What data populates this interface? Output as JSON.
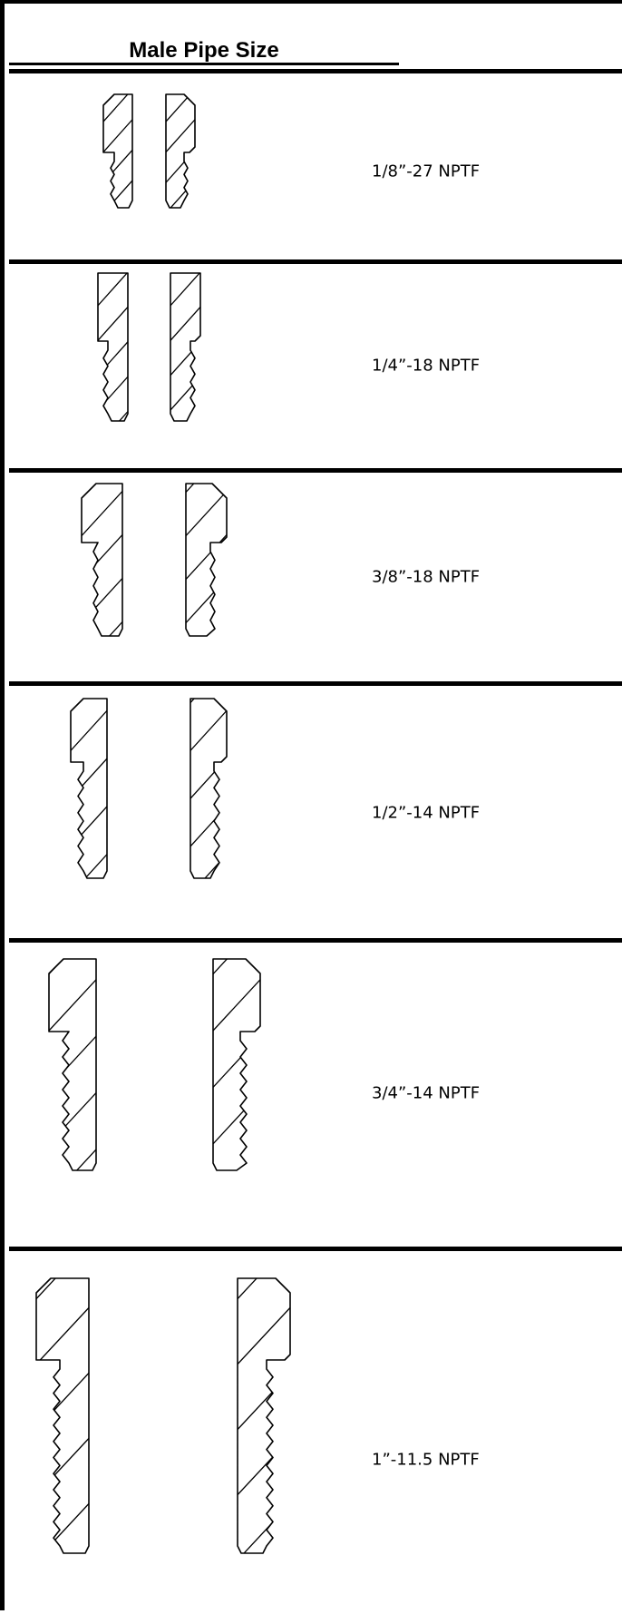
{
  "header": {
    "title": "Male Pipe Size"
  },
  "rows": [
    {
      "size": "1/8”-27 NPTF",
      "left_icon": "fitting-section-left-icon",
      "right_icon": "fitting-section-right-icon"
    },
    {
      "size": "1/4”-18 NPTF",
      "left_icon": "fitting-section-left-icon",
      "right_icon": "fitting-section-right-icon"
    },
    {
      "size": "3/8”-18 NPTF",
      "left_icon": "fitting-section-left-icon",
      "right_icon": "fitting-section-right-icon"
    },
    {
      "size": "1/2”-14 NPTF",
      "left_icon": "fitting-section-left-icon",
      "right_icon": "fitting-section-right-icon"
    },
    {
      "size": "3/4”-14 NPTF",
      "left_icon": "fitting-section-left-icon",
      "right_icon": "fitting-section-right-icon"
    },
    {
      "size": "1”-11.5 NPTF",
      "left_icon": "fitting-section-left-icon",
      "right_icon": "fitting-section-right-icon"
    }
  ]
}
